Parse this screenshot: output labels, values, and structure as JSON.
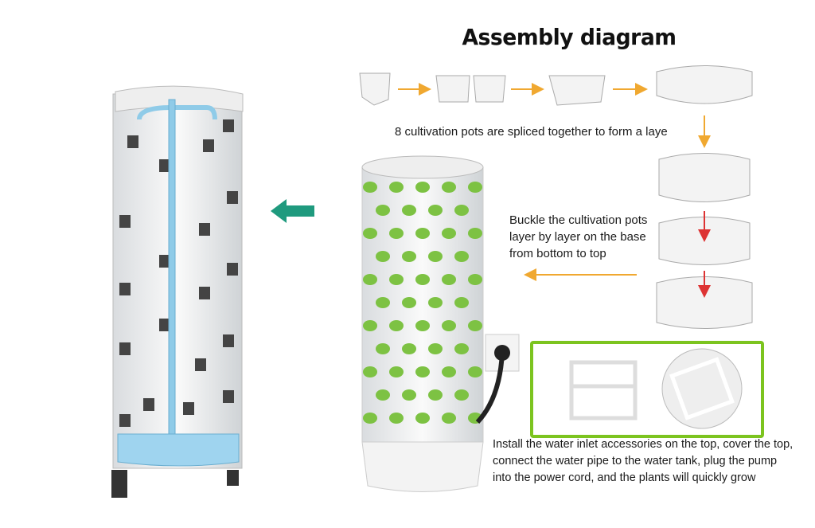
{
  "title": "Assembly diagram",
  "captions": {
    "splice": "8 cultivation pots are spliced together to form a laye",
    "buckle": "Buckle the cultivation pots layer by layer on the base from bottom to top",
    "install": "Install the water inlet accessories on the top, cover the top, connect the water pipe to the water tank, plug the pump into the power cord, and the plants will quickly grow"
  },
  "colors": {
    "arrow_orange": "#f0a830",
    "arrow_teal": "#1f9a7e",
    "highlight_green": "#7cc41f",
    "water_blue": "#8fcbe8",
    "plant_green": "#7dc243"
  }
}
